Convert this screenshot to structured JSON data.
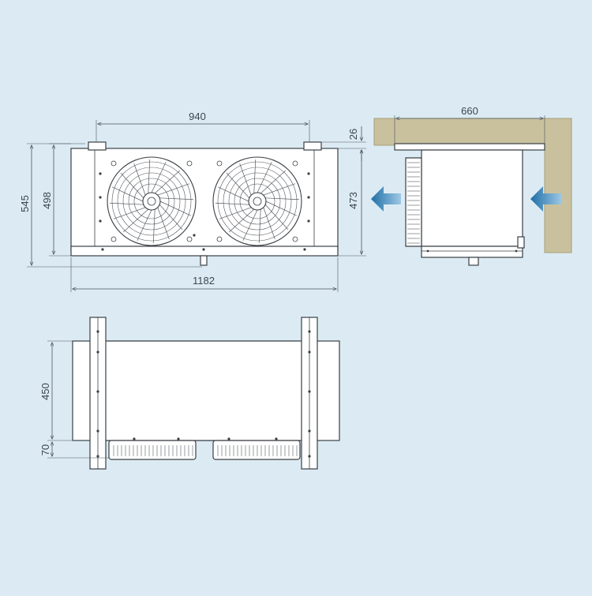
{
  "dimensions": {
    "front_width_fans": "940",
    "front_total_width": "1182",
    "front_total_height": "545",
    "front_body_height": "498",
    "side_depth": "660",
    "side_mount_offset": "26",
    "side_height": "473",
    "bottom_depth": "450",
    "bottom_drip_offset": "70"
  },
  "colors": {
    "background": "#dcebf3",
    "wall": "#c9c19d",
    "airflow_arrow": "#1f6fa6",
    "outline": "#3a3f45"
  },
  "icons": {
    "airflow_in": "arrow-left-icon",
    "airflow_out": "arrow-left-icon",
    "fan": "fan-grille-icon"
  }
}
